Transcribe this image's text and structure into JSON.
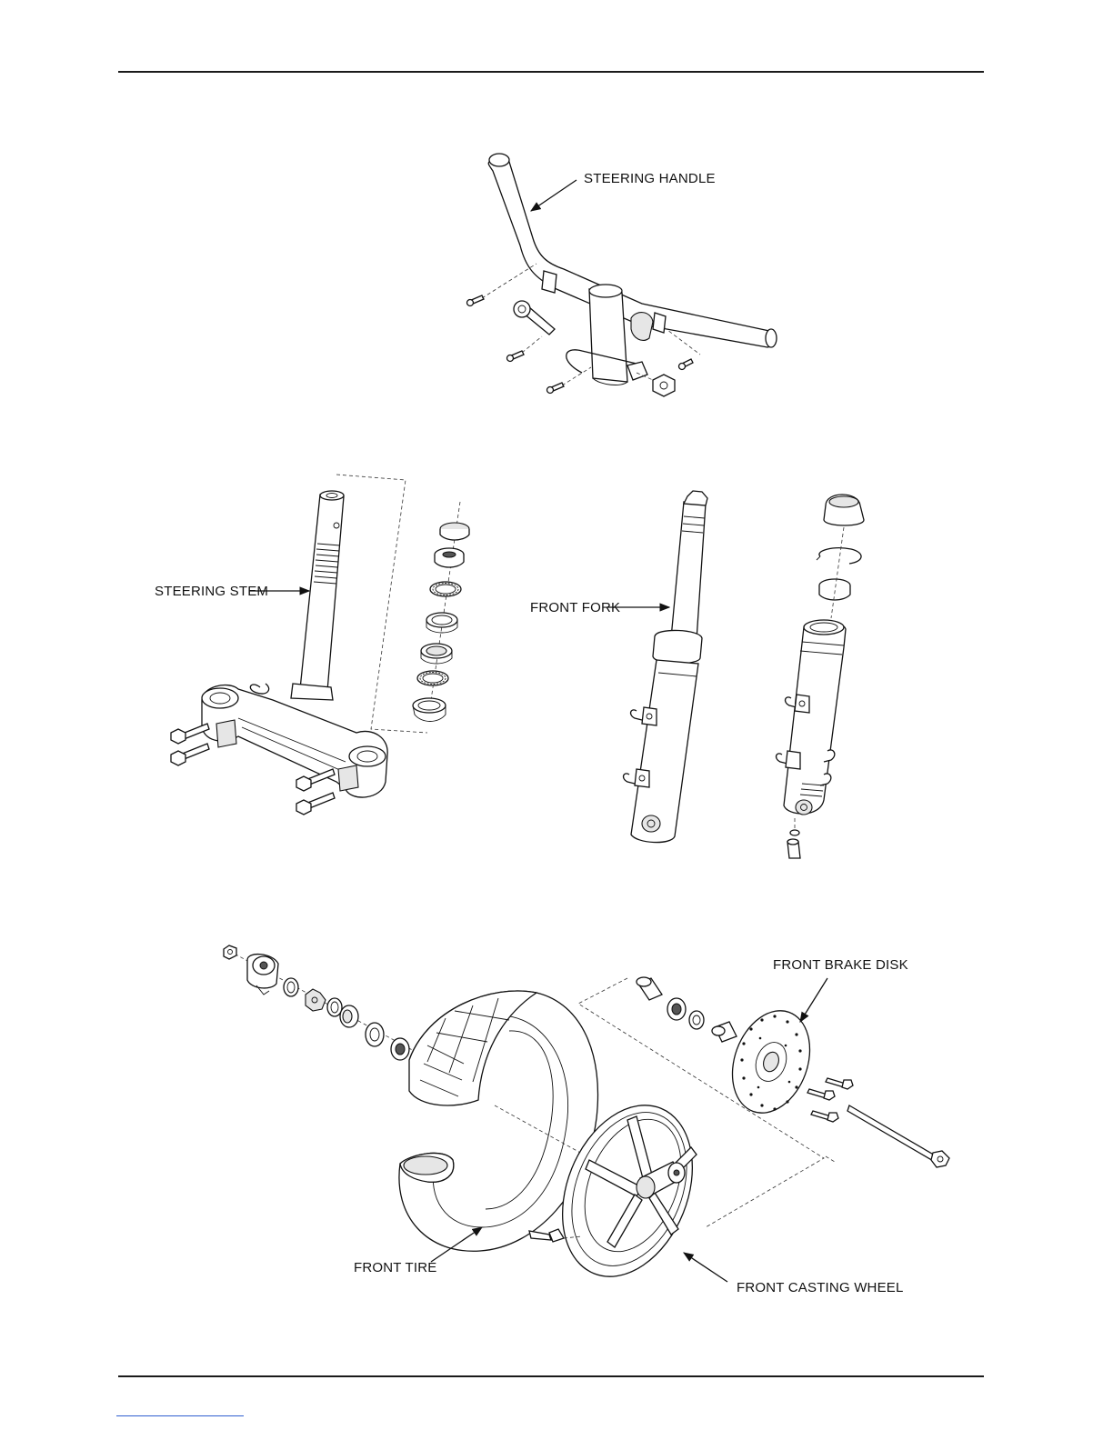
{
  "labels": {
    "steering_handle": "STEERING HANDLE",
    "steering_stem": "STEERING STEM",
    "front_fork": "FRONT FORK",
    "front_brake_disk": "FRONT BRAKE DISK",
    "front_tire": "FRONT TIRE",
    "front_casting_wheel": "FRONT CASTING WHEEL"
  }
}
